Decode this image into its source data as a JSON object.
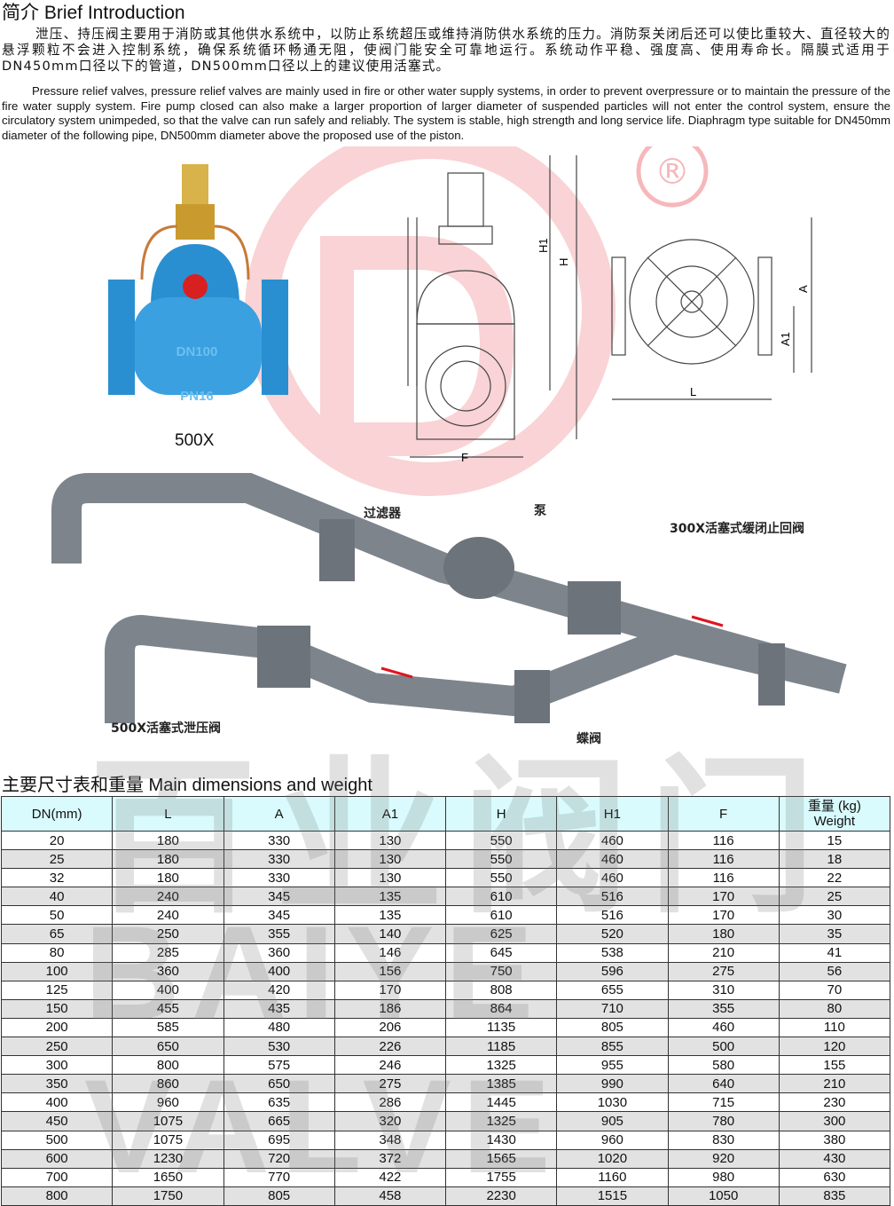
{
  "intro": {
    "title": "简介 Brief Introduction",
    "chinese": "泄压、持压阀主要用于消防或其他供水系统中，以防止系统超压或维持消防供水系统的压力。消防泵关闭后还可以使比重较大、直径较大的悬浮颗粒不会进入控制系统，确保系统循环畅通无阻，使阀门能安全可靠地运行。系统动作平稳、强度高、使用寿命长。隔膜式适用于DN450mm口径以下的管道，DN500mm口径以上的建议使用活塞式。",
    "english": "Pressure relief valves, pressure relief valves are mainly used in fire or other water supply systems, in order to prevent overpressure or to maintain the pressure of the fire water supply system. Fire pump closed can also make a larger proportion of larger diameter of suspended particles will not enter the control system, ensure the circulatory system unimpeded, so that the valve can run safely and reliably. The system is stable, high strength and long service life. Diaphragm type suitable for DN450mm diameter of the following pipe, DN500mm diameter above the proposed use of the piston."
  },
  "product": {
    "model": "500X",
    "body_marks": [
      "DN100",
      "PN16"
    ],
    "registered_mark": "®"
  },
  "drawing": {
    "side_labels": [
      "H1",
      "H",
      "F"
    ],
    "top_labels": [
      "A",
      "A1",
      "L"
    ]
  },
  "installation": {
    "labels": {
      "filter": "过滤器",
      "pump": "泵",
      "check_valve": "300X活塞式缓闭止回阀",
      "relief_valve": "500X活塞式泄压阀",
      "butterfly_valve": "蝶阀"
    }
  },
  "watermark": {
    "cn": "百业阀门",
    "en": "BAIYE VALVE"
  },
  "dimensions": {
    "title": "主要尺寸表和重量 Main dimensions and weight",
    "headers": [
      "DN(mm)",
      "L",
      "A",
      "A1",
      "H",
      "H1",
      "F",
      "重量 (kg)",
      "Weight"
    ],
    "rows": [
      [
        "20",
        "180",
        "330",
        "130",
        "550",
        "460",
        "116",
        "15"
      ],
      [
        "25",
        "180",
        "330",
        "130",
        "550",
        "460",
        "116",
        "18"
      ],
      [
        "32",
        "180",
        "330",
        "130",
        "550",
        "460",
        "116",
        "22"
      ],
      [
        "40",
        "240",
        "345",
        "135",
        "610",
        "516",
        "170",
        "25"
      ],
      [
        "50",
        "240",
        "345",
        "135",
        "610",
        "516",
        "170",
        "30"
      ],
      [
        "65",
        "250",
        "355",
        "140",
        "625",
        "520",
        "180",
        "35"
      ],
      [
        "80",
        "285",
        "360",
        "146",
        "645",
        "538",
        "210",
        "41"
      ],
      [
        "100",
        "360",
        "400",
        "156",
        "750",
        "596",
        "275",
        "56"
      ],
      [
        "125",
        "400",
        "420",
        "170",
        "808",
        "655",
        "310",
        "70"
      ],
      [
        "150",
        "455",
        "435",
        "186",
        "864",
        "710",
        "355",
        "80"
      ],
      [
        "200",
        "585",
        "480",
        "206",
        "1135",
        "805",
        "460",
        "110"
      ],
      [
        "250",
        "650",
        "530",
        "226",
        "1185",
        "855",
        "500",
        "120"
      ],
      [
        "300",
        "800",
        "575",
        "246",
        "1325",
        "955",
        "580",
        "155"
      ],
      [
        "350",
        "860",
        "650",
        "275",
        "1385",
        "990",
        "640",
        "210"
      ],
      [
        "400",
        "960",
        "635",
        "286",
        "1445",
        "1030",
        "715",
        "230"
      ],
      [
        "450",
        "1075",
        "665",
        "320",
        "1325",
        "905",
        "780",
        "300"
      ],
      [
        "500",
        "1075",
        "695",
        "348",
        "1430",
        "960",
        "830",
        "380"
      ],
      [
        "600",
        "1230",
        "720",
        "372",
        "1565",
        "1020",
        "920",
        "430"
      ],
      [
        "700",
        "1650",
        "770",
        "422",
        "1755",
        "1160",
        "980",
        "630"
      ],
      [
        "800",
        "1750",
        "805",
        "458",
        "2230",
        "1515",
        "1050",
        "835"
      ]
    ]
  }
}
